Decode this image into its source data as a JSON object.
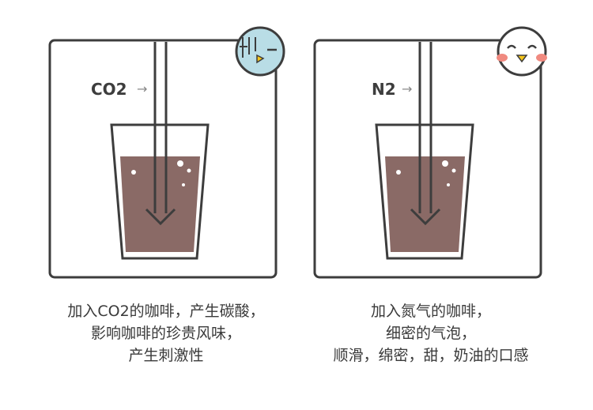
{
  "panels": [
    {
      "gas_label": "CO2",
      "arrow": "→",
      "face": "gloomy",
      "face_color": "#b9dde6",
      "caption_lines": [
        "加入CO2的咖啡，产生碳酸，",
        "影响咖啡的珍贵风味，",
        "产生刺激性"
      ]
    },
    {
      "gas_label": "N2",
      "arrow": "→",
      "face": "happy",
      "face_color": "#ffffff",
      "caption_lines": [
        "加入氮气的咖啡，",
        "细密的气泡，",
        "顺滑，绵密，甜，奶油的口感"
      ]
    }
  ],
  "colors": {
    "outline": "#3d3d3d",
    "coffee": "#8a6a66",
    "beak": "#f5c518",
    "blush": "#f08a80",
    "arrow_gray": "#888888"
  }
}
